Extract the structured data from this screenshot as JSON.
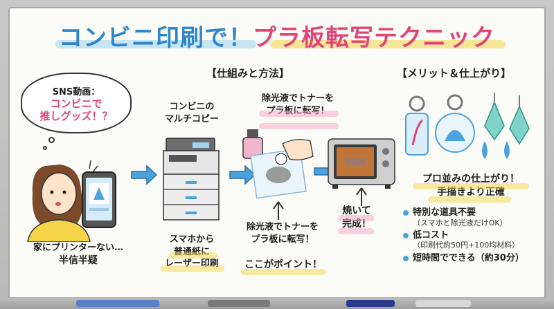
{
  "title": {
    "part1": "コンビニ印刷で！",
    "part2": "プラ板転写テクニック"
  },
  "bubble": {
    "line1": "SNS動画：",
    "line2": "コンビニで",
    "line3": "推しグッズ！？"
  },
  "left": {
    "line1": "家にプリンターない…",
    "line2": "半信半疑"
  },
  "process": {
    "heading": "【仕組みと方法】",
    "copier_label1": "コンビニの",
    "copier_label2": "マルチコピー",
    "print_label1": "スマホから",
    "print_label2": "普通紙に",
    "print_label3": "レーザー印刷",
    "transfer_top1": "除光液でトナーを",
    "transfer_top2": "プラ板に転写！",
    "transfer_bottom1": "除光液でトナーを",
    "transfer_bottom2": "プラ板に転写！",
    "point": "ここがポイント！",
    "bake1": "焼いて",
    "bake2": "完成！"
  },
  "merits": {
    "heading": "【メリット＆仕上がり】",
    "result1": "プロ並みの仕上がり！",
    "result2": "手描きより正確",
    "items": [
      {
        "label": "特別な道具不要",
        "sub": "（スマホと除光液だけOK）"
      },
      {
        "label": "低コスト",
        "sub": "（印刷代約50円+100均材料）"
      },
      {
        "label": "短時間でできる（約30分）",
        "sub": ""
      }
    ]
  },
  "colors": {
    "blue": "#2f86c8",
    "pink": "#e0457a",
    "yellow": "#f5d547",
    "arrow": "#4aa3df"
  },
  "icons": [
    "speech-bubble-icon",
    "smartphone-icon",
    "woman-icon",
    "copier-icon",
    "nail-polish-remover-icon",
    "plastic-sheet-icon",
    "toaster-oven-icon",
    "keychain-icon",
    "earring-icon",
    "arrow-right-icon",
    "arrow-up-icon"
  ]
}
